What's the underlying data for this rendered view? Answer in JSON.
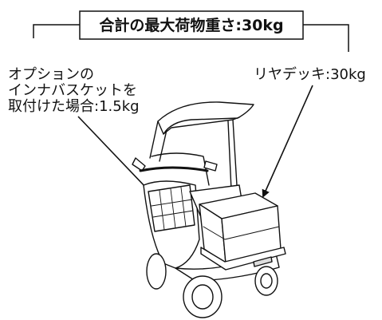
{
  "title_box": {
    "text": "合計の最大荷物重さ:30kg"
  },
  "left_label": {
    "line1": "オプションの",
    "line2": "インナバスケットを",
    "line3": "取付けた場合:1.5kg"
  },
  "right_label": {
    "text": "リヤデッキ:30kg"
  },
  "colors": {
    "ink": "#111111",
    "paper": "#ffffff"
  }
}
